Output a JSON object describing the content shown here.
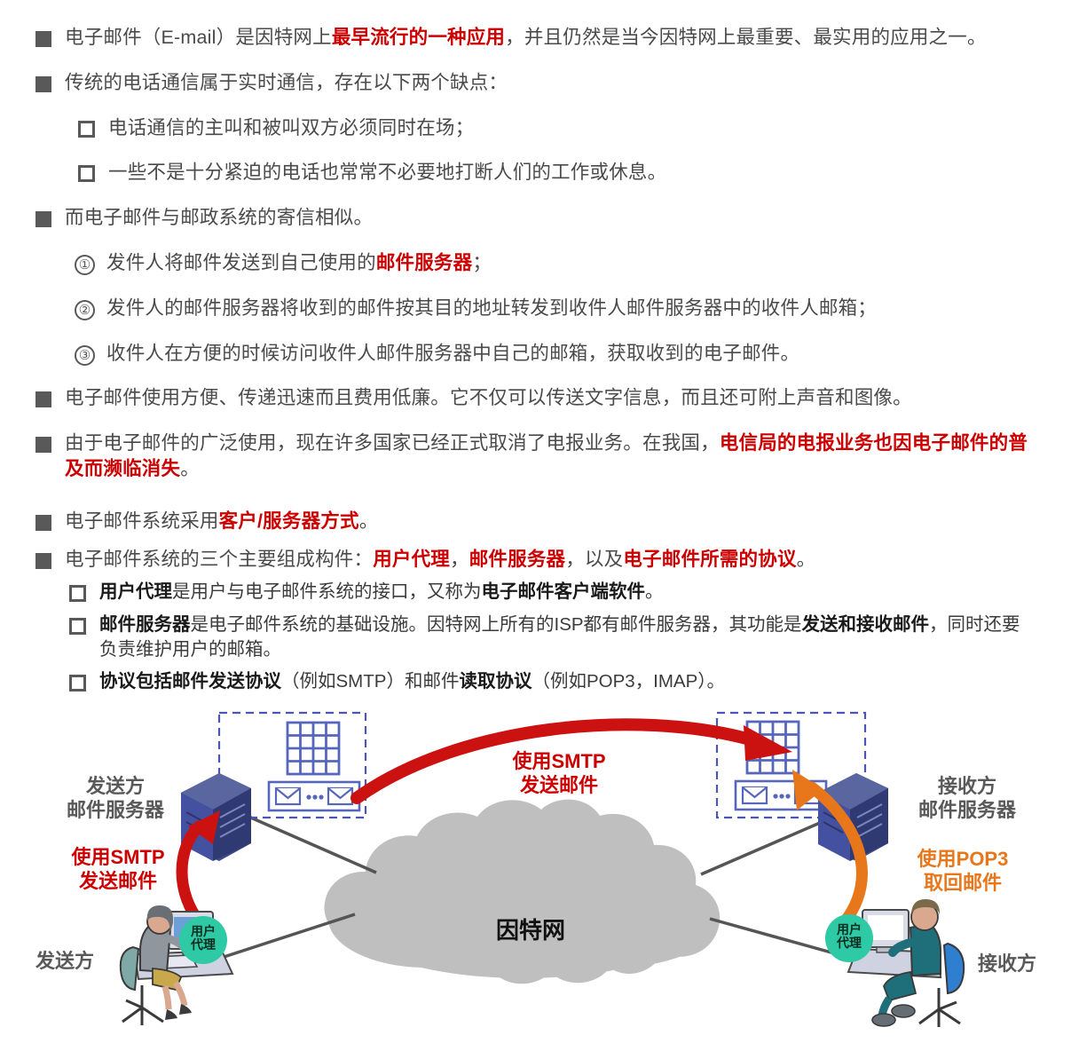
{
  "slide": {
    "title_topic": "电子邮件",
    "bullets": [
      {
        "marker": "square",
        "level": 1,
        "segments": [
          {
            "t": "电子邮件（E-mail）是因特网上",
            "style": "normal"
          },
          {
            "t": "最早流行的一种应用",
            "style": "red"
          },
          {
            "t": "，并且仍然是当今因特网上最重要、最实用的应用之一。",
            "style": "normal"
          }
        ]
      },
      {
        "marker": "square",
        "level": 1,
        "segments": [
          {
            "t": "传统的电话通信属于实时通信，存在以下两个缺点：",
            "style": "normal"
          }
        ]
      },
      {
        "marker": "hollow",
        "level": 2,
        "segments": [
          {
            "t": "电话通信的主叫和被叫双方必须同时在场；",
            "style": "normal"
          }
        ]
      },
      {
        "marker": "hollow",
        "level": 2,
        "segments": [
          {
            "t": "一些不是十分紧迫的电话也常常不必要地打断人们的工作或休息。",
            "style": "normal"
          }
        ]
      },
      {
        "marker": "square",
        "level": 1,
        "segments": [
          {
            "t": "而电子邮件与邮政系统的寄信相似。",
            "style": "normal"
          }
        ]
      },
      {
        "marker": "circle-1",
        "level": 2,
        "segments": [
          {
            "t": "发件人将邮件发送到自己使用的",
            "style": "normal"
          },
          {
            "t": "邮件服务器",
            "style": "red"
          },
          {
            "t": "；",
            "style": "normal"
          }
        ]
      },
      {
        "marker": "circle-2",
        "level": 2,
        "segments": [
          {
            "t": "发件人的邮件服务器将收到的邮件按其目的地址转发到收件人邮件服务器中的收件人邮箱；",
            "style": "normal"
          }
        ]
      },
      {
        "marker": "circle-3",
        "level": 2,
        "segments": [
          {
            "t": "收件人在方便的时候访问收件人邮件服务器中自己的邮箱，获取收到的电子邮件。",
            "style": "normal"
          }
        ]
      },
      {
        "marker": "square",
        "level": 1,
        "segments": [
          {
            "t": "电子邮件使用方便、传递迅速而且费用低廉。它不仅可以传送文字信息，而且还可附上声音和图像。",
            "style": "normal"
          }
        ]
      },
      {
        "marker": "square",
        "level": 1,
        "segments": [
          {
            "t": "由于电子邮件的广泛使用，现在许多国家已经正式取消了电报业务。在我国，",
            "style": "normal"
          },
          {
            "t": "电信局的电报业务也因电子邮件的普及而濒临消失",
            "style": "red"
          },
          {
            "t": "。",
            "style": "normal"
          }
        ]
      },
      {
        "marker": "square",
        "level": 1,
        "segments": [
          {
            "t": "电子邮件系统采用",
            "style": "normal"
          },
          {
            "t": "客户/服务器方式",
            "style": "red"
          },
          {
            "t": "。",
            "style": "normal"
          }
        ]
      },
      {
        "marker": "square",
        "level": 1,
        "segments": [
          {
            "t": "电子邮件系统的三个主要组成构件：",
            "style": "normal"
          },
          {
            "t": "用户代理",
            "style": "red"
          },
          {
            "t": "，",
            "style": "normal"
          },
          {
            "t": "邮件服务器",
            "style": "red"
          },
          {
            "t": "，以及",
            "style": "normal"
          },
          {
            "t": "电子邮件所需的协议",
            "style": "red"
          },
          {
            "t": "。",
            "style": "normal"
          }
        ]
      },
      {
        "marker": "hollow",
        "level": 3,
        "segments": [
          {
            "t": "用户代理",
            "style": "bold"
          },
          {
            "t": "是用户与电子邮件系统的接口，又称为",
            "style": "normal"
          },
          {
            "t": "电子邮件客户端软件",
            "style": "bold"
          },
          {
            "t": "。",
            "style": "normal"
          }
        ]
      },
      {
        "marker": "hollow",
        "level": 3,
        "segments": [
          {
            "t": "邮件服务器",
            "style": "bold"
          },
          {
            "t": "是电子邮件系统的基础设施。因特网上所有的ISP都有邮件服务器，其功能是",
            "style": "normal"
          },
          {
            "t": "发送和接收邮件",
            "style": "bold"
          },
          {
            "t": "，同时还要负责维护用户的邮箱。",
            "style": "normal"
          }
        ]
      },
      {
        "marker": "hollow",
        "level": 3,
        "segments": [
          {
            "t": "协议包括邮件",
            "style": "bold"
          },
          {
            "t": "发送协议",
            "style": "bold"
          },
          {
            "t": "（例如SMTP）和邮件",
            "style": "normal"
          },
          {
            "t": "读取协议",
            "style": "bold"
          },
          {
            "t": "（例如POP3，IMAP）。",
            "style": "normal"
          }
        ]
      }
    ]
  },
  "text_lines": {
    "b1_p1": "电子邮件（E-mail）是因特网上",
    "b1_red": "最早流行的一种应用",
    "b1_p2": "，并且仍然是当今因特网上最重要、最实用的应用之一。",
    "b2": "传统的电话通信属于实时通信，存在以下两个缺点：",
    "b3": "电话通信的主叫和被叫双方必须同时在场；",
    "b4": "一些不是十分紧迫的电话也常常不必要地打断人们的工作或休息。",
    "b5": "而电子邮件与邮政系统的寄信相似。",
    "n1_p1": "发件人将邮件发送到自己使用的",
    "n1_red": "邮件服务器",
    "n1_p2": "；",
    "n2": "发件人的邮件服务器将收到的邮件按其目的地址转发到收件人邮件服务器中的收件人邮箱；",
    "n3": "收件人在方便的时候访问收件人邮件服务器中自己的邮箱，获取收到的电子邮件。",
    "b6": "电子邮件使用方便、传递迅速而且费用低廉。它不仅可以传送文字信息，而且还可附上声音和图像。",
    "b7_p1": "由于电子邮件的广泛使用，现在许多国家已经正式取消了电报业务。在我国，",
    "b7_red": "电信局的电报业务也因电子邮件的普及而濒临消失",
    "b7_p2": "。",
    "b8_p1": "电子邮件系统采用",
    "b8_red": "客户/服务器方式",
    "b8_p2": "。",
    "b9_p1": "电子邮件系统的三个主要组成构件：",
    "b9_red1": "用户代理",
    "b9_mid1": "，",
    "b9_red2": "邮件服务器",
    "b9_mid2": "，以及",
    "b9_red3": "电子邮件所需的协议",
    "b9_p2": "。",
    "s1_b1": "用户代理",
    "s1_t1": "是用户与电子邮件系统的接口，又称为",
    "s1_b2": "电子邮件客户端软件",
    "s1_t2": "。",
    "s2_b1": "邮件服务器",
    "s2_t1": "是电子邮件系统的基础设施。因特网上所有的ISP都有邮件服务器，其功能是",
    "s2_b2": "发送和接收邮件",
    "s2_t2": "，同时还要负责维护用户的邮箱。",
    "s3_b1": "协议包括邮件",
    "s3_b2": "发送协议",
    "s3_t1": "（例如SMTP）和邮件",
    "s3_b3": "读取协议",
    "s3_t2": "（例如POP3，IMAP）。",
    "num1": "①",
    "num2": "②",
    "num3": "③"
  },
  "diagram": {
    "cloud_label": "因特网",
    "left_server_label": "发送方\n邮件服务器",
    "right_server_label": "接收方\n邮件服务器",
    "left_person_label": "发送方",
    "right_person_label": "接收方",
    "left_agent_label": "用户\n代理",
    "right_agent_label": "用户\n代理",
    "arrow_smtp_local": "使用SMTP\n发送邮件",
    "arrow_smtp_remote": "使用SMTP\n发送邮件",
    "arrow_pop3": "使用POP3\n取回邮件",
    "colors": {
      "smtp_red": "#cc0000",
      "pop3_orange": "#e8761b",
      "cloud_gray": "#bfbfbf",
      "server_blue": "#3d4a8c",
      "server_blue_dark": "#2f3a72",
      "mailbox_blue": "#5566bb",
      "agent_teal": "#2ec9a5",
      "label_gray": "#595959",
      "line_gray": "#555555"
    }
  }
}
